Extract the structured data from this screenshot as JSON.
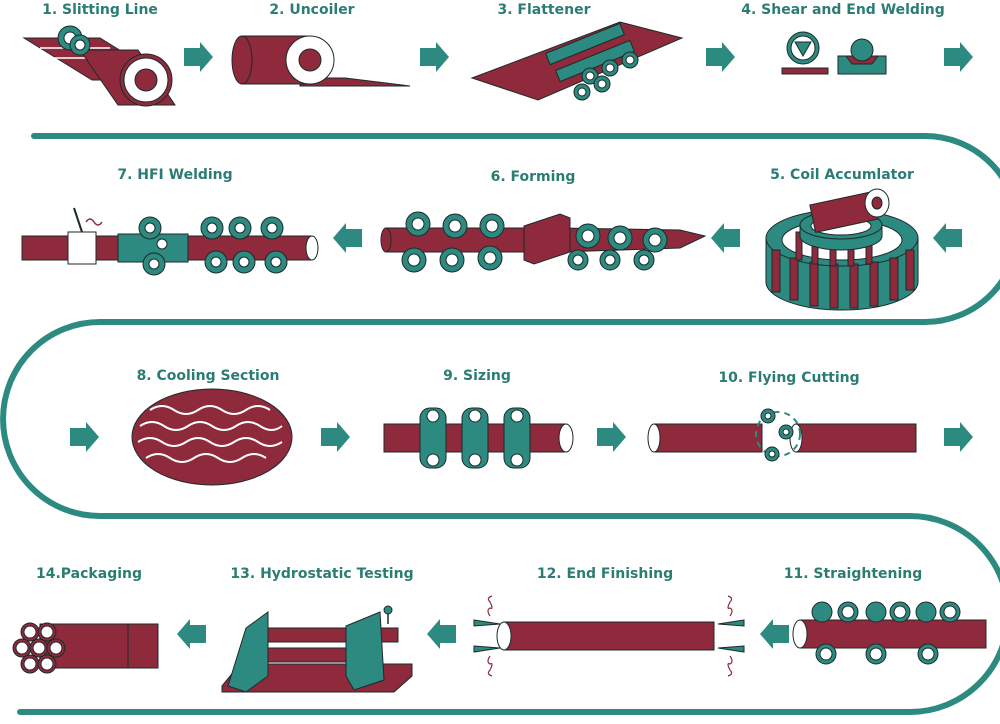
{
  "colors": {
    "maroon": "#8f2a3c",
    "teal": "#2c8a80",
    "label": "#2b7d74",
    "outline": "#1d2a2a",
    "background": "#ffffff"
  },
  "steps": [
    {
      "label": "1. Slitting Line",
      "icon": "slitting-line-icon"
    },
    {
      "label": "2. Uncoiler",
      "icon": "uncoiler-icon"
    },
    {
      "label": "3. Flattener",
      "icon": "flattener-icon"
    },
    {
      "label": "4. Shear and End Welding",
      "icon": "shear-end-welding-icon"
    },
    {
      "label": "5. Coil Accumlator",
      "icon": "coil-accumulator-icon"
    },
    {
      "label": "6. Forming",
      "icon": "forming-icon"
    },
    {
      "label": "7. HFI Welding",
      "icon": "hfi-welding-icon"
    },
    {
      "label": "8. Cooling Section",
      "icon": "cooling-section-icon"
    },
    {
      "label": "9. Sizing",
      "icon": "sizing-icon"
    },
    {
      "label": "10. Flying Cutting",
      "icon": "flying-cutting-icon"
    },
    {
      "label": "11. Straightening",
      "icon": "straightening-icon"
    },
    {
      "label": "12. End Finishing",
      "icon": "end-finishing-icon"
    },
    {
      "label": "13. Hydrostatic Testing",
      "icon": "hydrostatic-testing-icon"
    },
    {
      "label": "14.Packaging",
      "icon": "packaging-icon"
    }
  ]
}
